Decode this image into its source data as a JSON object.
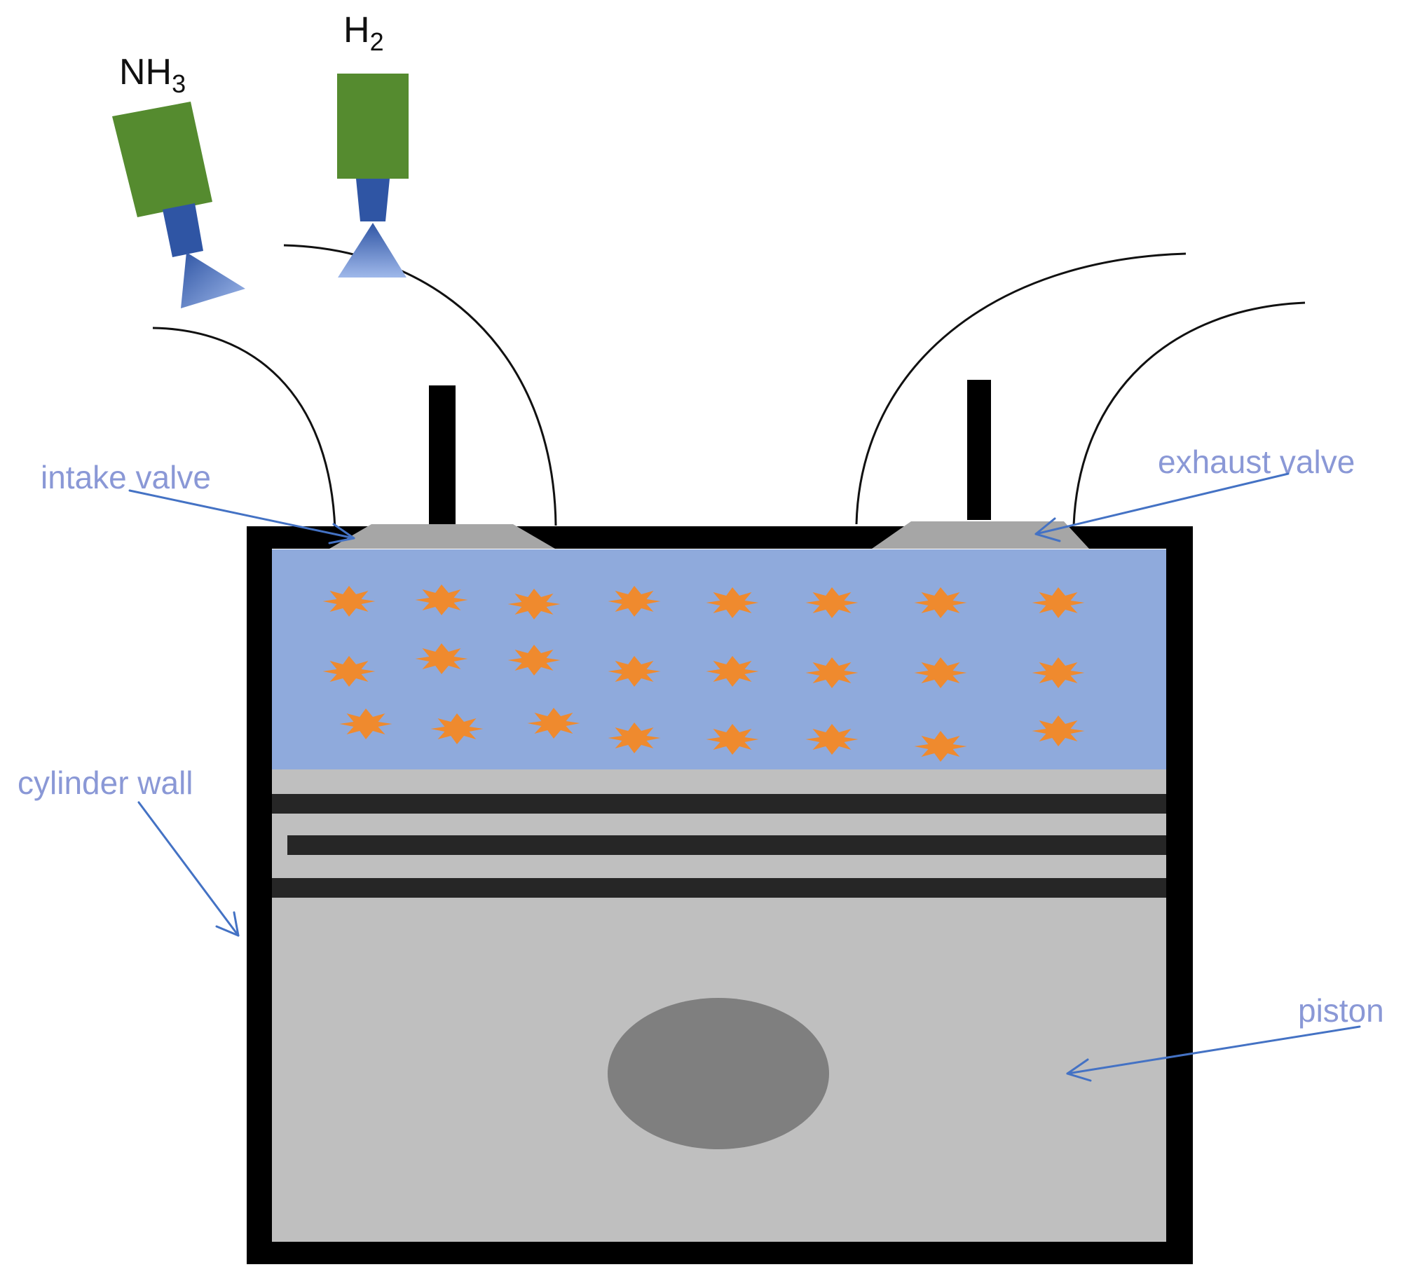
{
  "fuels": {
    "nh3": {
      "base": "NH",
      "sub": "3"
    },
    "h2": {
      "base": "H",
      "sub": "2"
    }
  },
  "labels": {
    "intake_valve": "intake valve",
    "exhaust_valve": "exhaust valve",
    "cylinder_wall": "cylinder wall",
    "piston": "piston"
  },
  "colors": {
    "injector_body": "#558b2f",
    "injector_nozzle": "#2f55a4",
    "spray": "#4a78cf",
    "charge": "#8faadc",
    "spark": "#ef8a2e",
    "piston": "#bfbfbf",
    "piston_pin": "#7f7f7f",
    "valve": "#a6a6a6",
    "wall": "#000000",
    "ring": "#262626",
    "callout": "#8a98d6",
    "arrow": "#4472c4"
  },
  "sparks": {
    "rows": 3,
    "per_row": 8
  }
}
